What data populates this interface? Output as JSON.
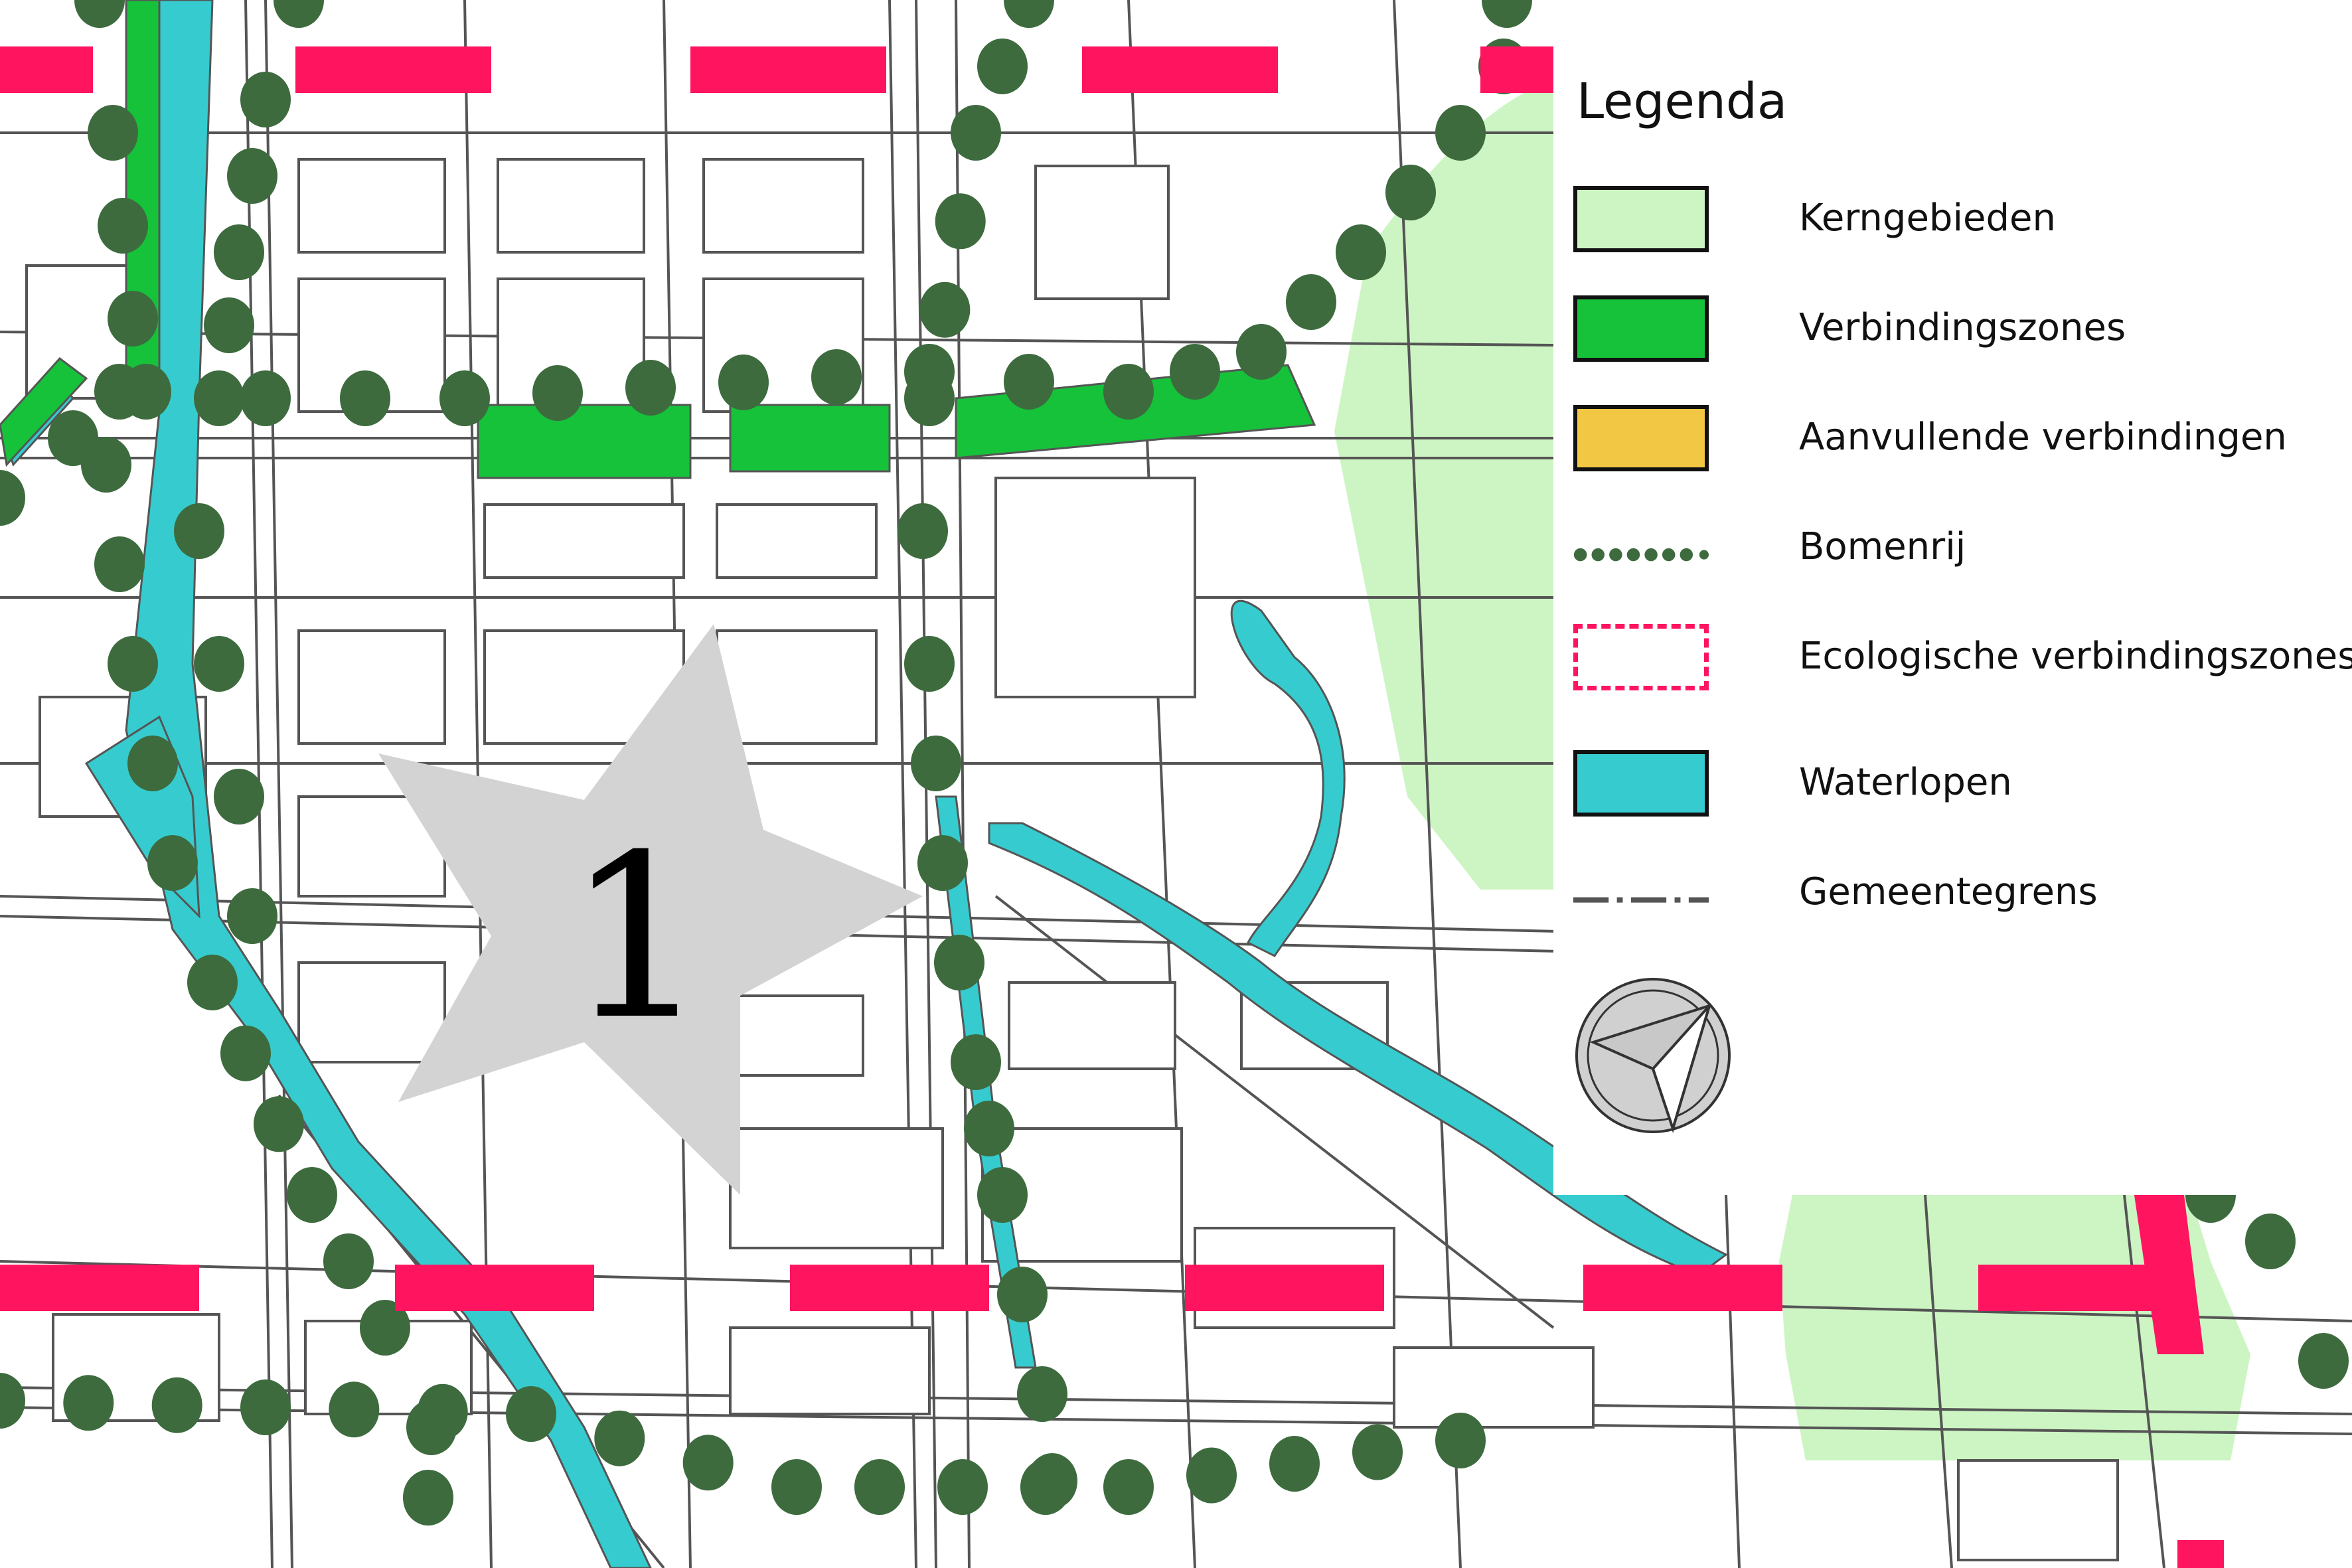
{
  "legend": {
    "title": "Legenda",
    "items": [
      {
        "key": "kerngebieden",
        "label": "Kerngebieden",
        "color": "#cdf5c3",
        "symbol": "filled-box"
      },
      {
        "key": "verbindingszones",
        "label": "Verbindingszones",
        "color": "#16c23a",
        "symbol": "filled-box"
      },
      {
        "key": "aanvullende",
        "label": "Aanvullende verbindingen",
        "color": "#f2c744",
        "symbol": "filled-box"
      },
      {
        "key": "bomenrij",
        "label": "Bomenrij",
        "color": "#3d6b3e",
        "symbol": "dotted-line"
      },
      {
        "key": "eco",
        "label": "Ecologische verbindingszones",
        "color": "#ff1460",
        "symbol": "dashed-box"
      },
      {
        "key": "waterlopen",
        "label": "Waterlopen",
        "color": "#36cccf",
        "symbol": "filled-box"
      },
      {
        "key": "gemeentegrens",
        "label": "Gemeentegrens",
        "color": "#555555",
        "symbol": "dash-dot-line"
      }
    ]
  },
  "map": {
    "marker_label": "1",
    "colors": {
      "background": "#ffffff",
      "streets": "#555555",
      "water": "#36cccf",
      "core": "#cdf5c3",
      "link": "#16c23a",
      "trees": "#3d6b3e",
      "eco": "#ff1460",
      "star": "#d3d3d3"
    }
  }
}
